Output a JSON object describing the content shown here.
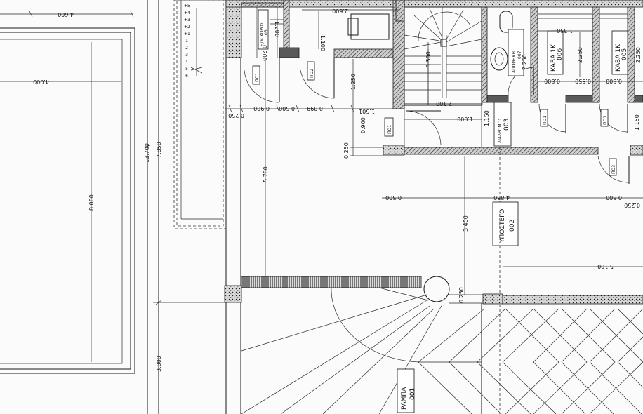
{
  "rooms": [
    {
      "id": "ramp",
      "name": "ΡΑΜΠΑ",
      "num": "001"
    },
    {
      "id": "parking",
      "name": "ΥΠΟΣΤΕΓΟ",
      "num": "002"
    },
    {
      "id": "corridor",
      "name": "ΔΙΑΔΡΟΜΟΣ",
      "num": "003"
    },
    {
      "id": "storage",
      "name": "ΑΠΟΘΗΚΗ",
      "num": "007"
    },
    {
      "id": "cellar6",
      "name": "ΚΑΒΑ 1Κ",
      "num": "006"
    },
    {
      "id": "cellar5",
      "name": "ΚΑΒΑ 1Κ",
      "num": "005"
    },
    {
      "id": "shaft",
      "name": "Η/Μ ΧΩΡΟΣ",
      "num": "03"
    }
  ],
  "door_tags": [
    "ΠΟ1",
    "ΠΟ2",
    "ΠΟ1",
    "ΠΟ1",
    "ΠΟ3",
    "ΠΟ1"
  ],
  "dimensions": {
    "top_left": "4.600",
    "left_room_width": "4.000",
    "left_room_height": "8.000",
    "overall_height": "13.700",
    "sub_height_a": "7.850",
    "sub_height_b": "3.000",
    "mid_height": "5.700",
    "stair_width": "3.500",
    "stair_run": "2.600",
    "d_0250_a": "0.250",
    "d_0900": "0.900",
    "d_0500_a": "0.500",
    "d_0899": "0.899",
    "d_1501": "1.501",
    "d_2100": "2.100",
    "d_1000": "1.000",
    "d_1250": "1.250",
    "d_0900_v": "0.900",
    "d_0250_v": "0.250",
    "d_1100": "1.100",
    "d_1200": "1.200",
    "d_0200": "0.200",
    "d_1150": "1.150",
    "d_1150_b": "1.150",
    "d_0500_b": "0.500",
    "d_4850": "4.850",
    "d_3450": "3.450",
    "d_0250_c": "0.250",
    "d_5100": "5.100",
    "d_1350": "1.350",
    "d_2250_a": "2.250",
    "d_2250_b": "2.250",
    "d_2250_c": "2.250",
    "d_0800_a": "0.800",
    "d_0550": "0.550",
    "d_0800_b": "0.800",
    "d_0800_c": "0.800",
    "d_0250_d": "0.250"
  },
  "stair_marks": [
    "+5",
    "+4",
    "+3",
    "+2",
    "+1",
    "-1",
    "-2",
    "-3",
    "-4",
    "-5",
    "-6"
  ]
}
